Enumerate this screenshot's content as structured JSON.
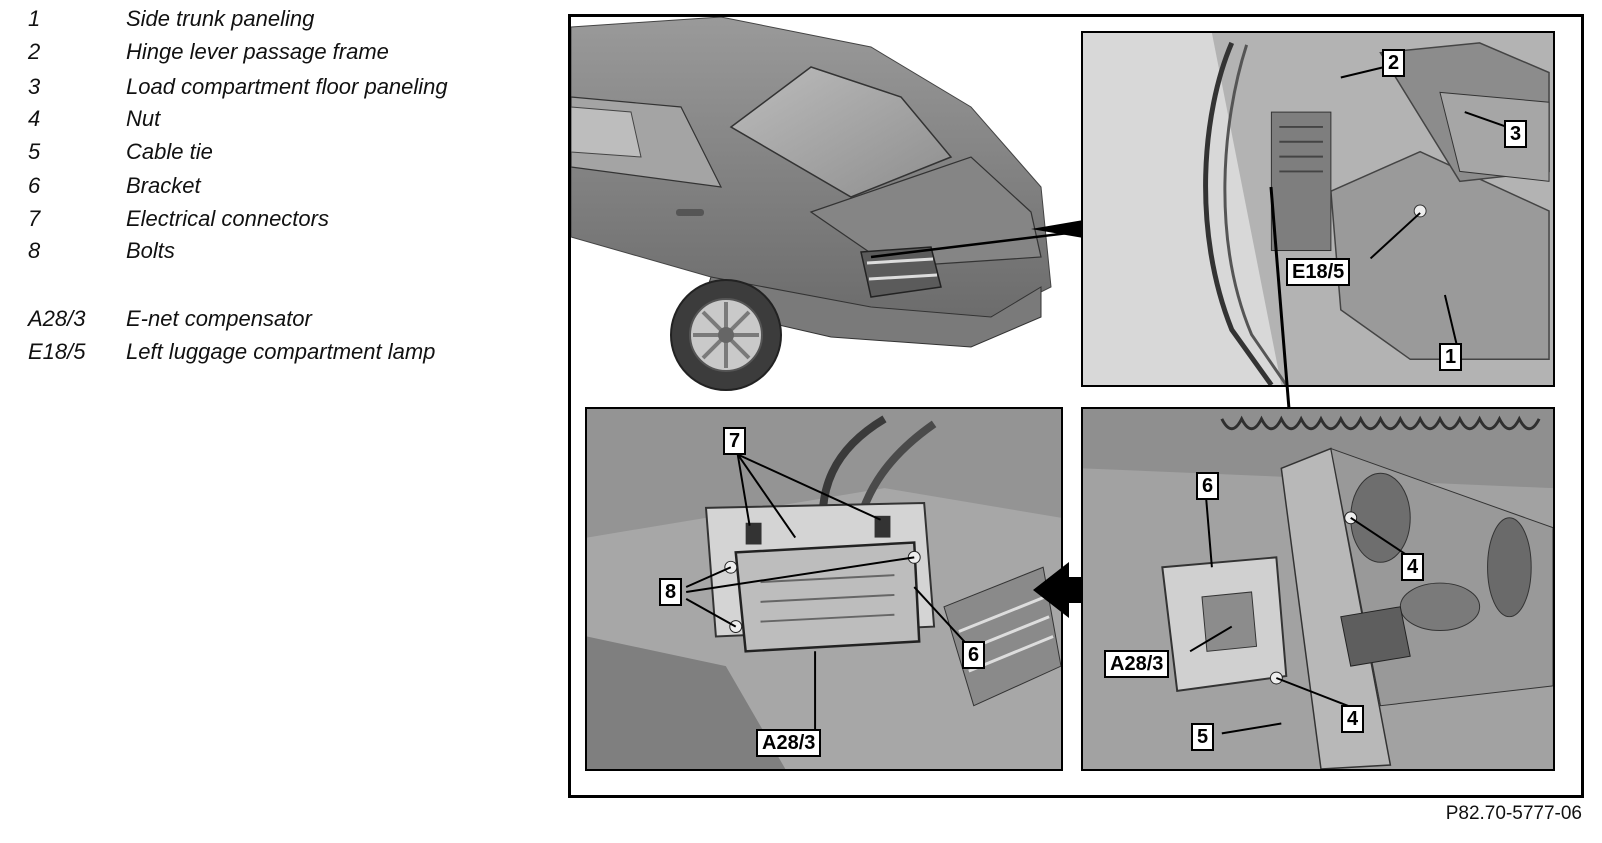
{
  "legend": {
    "items": [
      {
        "num": "1",
        "text": "Side trunk paneling"
      },
      {
        "num": "2",
        "text": "Hinge lever passage frame"
      },
      {
        "num": "3",
        "text": "Load compartment floor paneling"
      },
      {
        "num": "4",
        "text": "Nut"
      },
      {
        "num": "5",
        "text": "Cable tie"
      },
      {
        "num": "6",
        "text": "Bracket"
      },
      {
        "num": "7",
        "text": "Electrical connectors"
      },
      {
        "num": "8",
        "text": "Bolts"
      }
    ],
    "codes": [
      {
        "num": "A28/3",
        "text": "E-net compensator"
      },
      {
        "num": "E18/5",
        "text": "Left luggage compartment lamp"
      }
    ]
  },
  "callouts": {
    "tr_2": "2",
    "tr_3": "3",
    "tr_e185": "E18/5",
    "tr_1": "1",
    "bl_7": "7",
    "bl_8": "8",
    "bl_6": "6",
    "bl_a283": "A28/3",
    "br_6": "6",
    "br_4a": "4",
    "br_a283": "A28/3",
    "br_4b": "4",
    "br_5": "5"
  },
  "figure_code": "P82.70-5777-06"
}
